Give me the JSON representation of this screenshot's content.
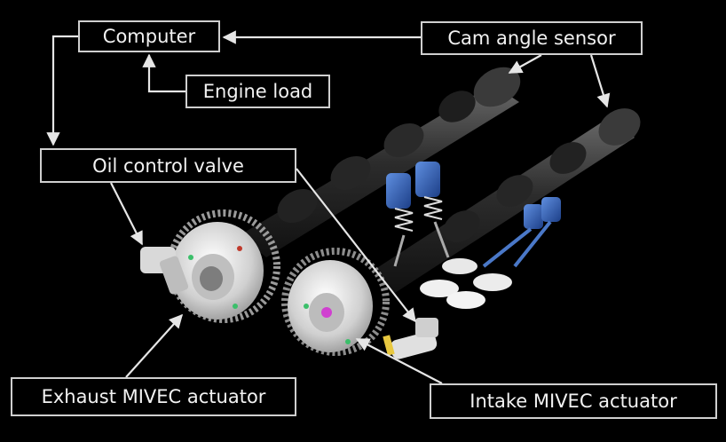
{
  "labels": {
    "computer": "Computer",
    "engine_load": "Engine load",
    "cam_angle_sensor": "Cam angle sensor",
    "oil_control_valve": "Oil control valve",
    "exhaust_actuator": "Exhaust MIVEC actuator",
    "intake_actuator": "Intake MIVEC actuator"
  },
  "colors": {
    "background": "#000000",
    "label_border": "#cfcfcf",
    "label_text": "#f2f2f2",
    "arrow": "#e6e6e6",
    "camshaft": "#2a2a2a",
    "valve_spring": "#2f5fb0",
    "sprocket": "#d9d9d9",
    "accent_red": "#c0392b",
    "accent_green": "#3bbf6a",
    "accent_magenta": "#d040d0",
    "accent_yellow": "#e8c840"
  }
}
